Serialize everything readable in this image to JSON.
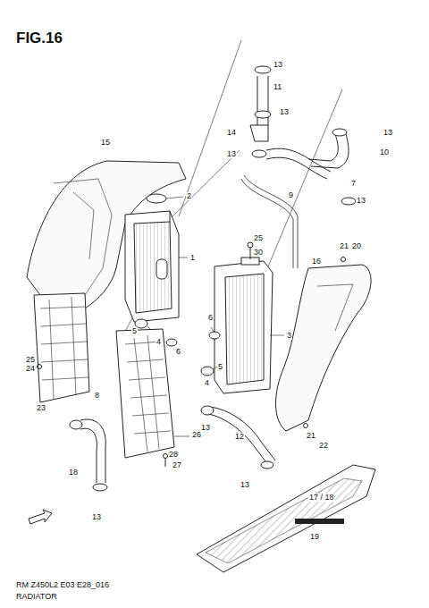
{
  "diagram": {
    "title": "FIG.16",
    "caption": "RADIATOR",
    "labels": [
      "13",
      "11",
      "13",
      "14",
      "13",
      "13",
      "10",
      "7",
      "9",
      "13",
      "15",
      "2",
      "1",
      "25",
      "30",
      "21",
      "20",
      "16",
      "3",
      "6",
      "5",
      "4",
      "6",
      "5",
      "4",
      "25",
      "24",
      "23",
      "8",
      "13",
      "12",
      "26",
      "21",
      "22",
      "18",
      "28",
      "27",
      "13",
      "13",
      "17 / 18",
      "19",
      "RM Z450L2 E03 E28_016"
    ]
  }
}
